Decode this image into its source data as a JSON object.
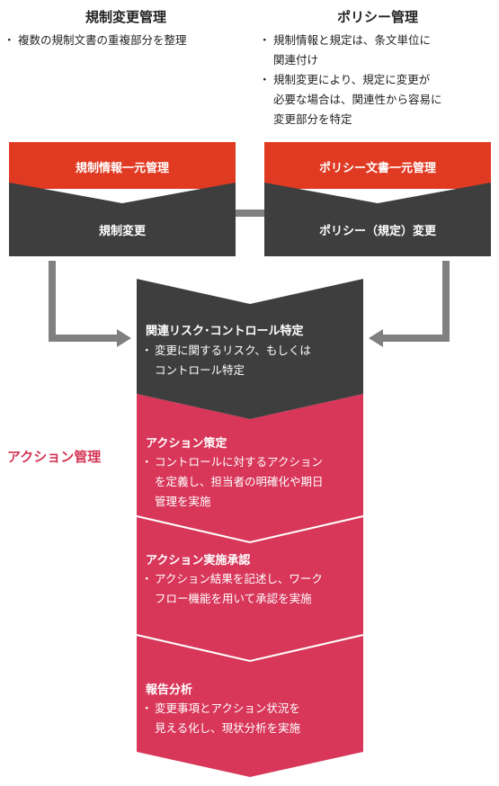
{
  "left_panel": {
    "title": "規制変更管理",
    "bullets": [
      "複数の規制文書の重複部分を整理"
    ],
    "top_box": "規制情報一元管理",
    "bottom_box": "規制変更"
  },
  "right_panel": {
    "title": "ポリシー管理",
    "bullets": [
      [
        "規制情報と規定は、条文単位に",
        "関連付け"
      ],
      [
        "規制変更により、規定に変更が",
        "必要な場合は、関連性から容易に",
        "変更部分を特定"
      ]
    ],
    "top_box": "ポリシー文書一元管理",
    "bottom_box": "ポリシー（規定）変更"
  },
  "side_label": "アクション管理",
  "steps": [
    {
      "title": "関連リスク･コントロール特定",
      "bullets": [
        [
          "変更に関するリスク、もしくは",
          "コントロール特定"
        ]
      ]
    },
    {
      "title": "アクション策定",
      "bullets": [
        [
          "コントロールに対するアクション",
          "を定義し、担当者の明確化や期日",
          "管理を実施"
        ]
      ]
    },
    {
      "title": "アクション実施承認",
      "bullets": [
        [
          "アクション結果を記述し、ワーク",
          "フロー機能を用いて承認を実施"
        ]
      ]
    },
    {
      "title": "報告分析",
      "bullets": [
        [
          "変更事項とアクション状況を",
          "見える化し、現状分析を実施"
        ]
      ]
    }
  ],
  "colors": {
    "red_box": "#e03a23",
    "dark_box": "#3e3e3e",
    "pink_step": "#d8375a",
    "connector": "#808080",
    "side_label": "#d43454"
  }
}
